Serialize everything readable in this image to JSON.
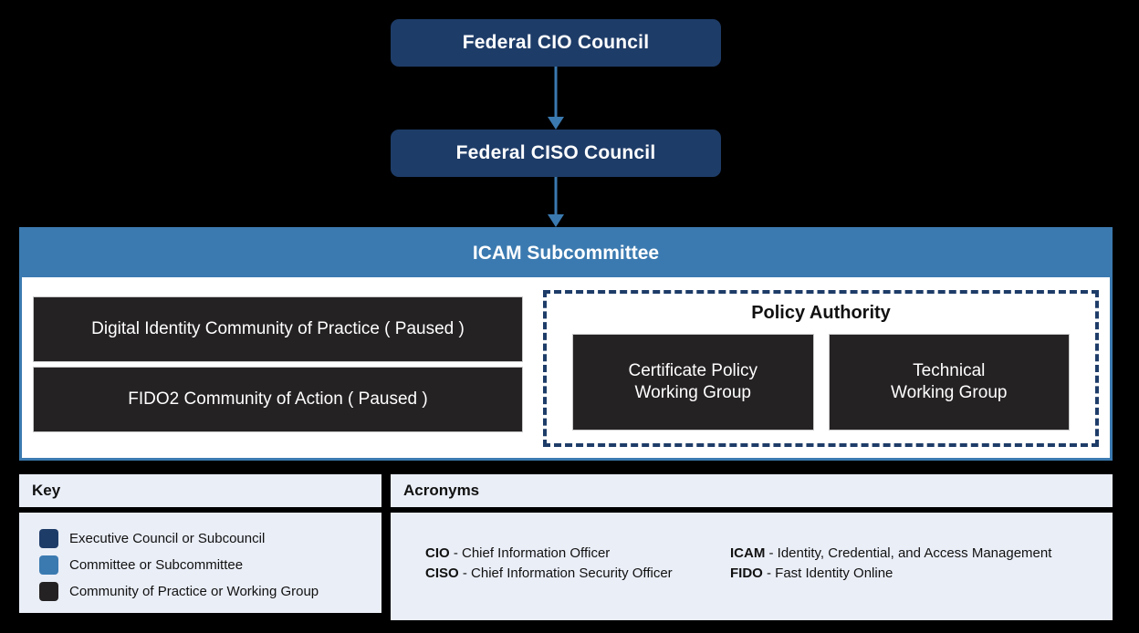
{
  "hierarchy": {
    "cio_council": "Federal CIO Council",
    "ciso_council": "Federal CISO Council"
  },
  "icam": {
    "title": "ICAM Subcommittee",
    "left_groups": [
      "Digital Identity Community of Practice ( Paused )",
      "FIDO2 Community of Action ( Paused )"
    ],
    "policy_authority": {
      "title": "Policy Authority",
      "groups": [
        "Certificate Policy\nWorking Group",
        "Technical\nWorking Group"
      ]
    }
  },
  "key": {
    "title": "Key",
    "items": [
      {
        "color": "#1e3c68",
        "label": "Executive Council or Subcouncil"
      },
      {
        "color": "#3b7ab0",
        "label": "Committee or Subcommittee"
      },
      {
        "color": "#252223",
        "label": "Community of Practice or Working Group"
      }
    ]
  },
  "acronyms": {
    "title": "Acronyms",
    "column_1": [
      {
        "abbr": "CIO",
        "definition": " - Chief Information Officer"
      },
      {
        "abbr": "CISO",
        "definition": " - Chief Information Security Officer"
      }
    ],
    "column_2": [
      {
        "abbr": "ICAM",
        "definition": " - Identity, Credential, and Access Management"
      },
      {
        "abbr": "FIDO",
        "definition": " - Fast Identity Online"
      }
    ]
  },
  "colors": {
    "navy": "#1e3c68",
    "blue": "#3b7ab0",
    "dark": "#252223",
    "panel_bg": "#eaeef7",
    "background": "#000000"
  }
}
